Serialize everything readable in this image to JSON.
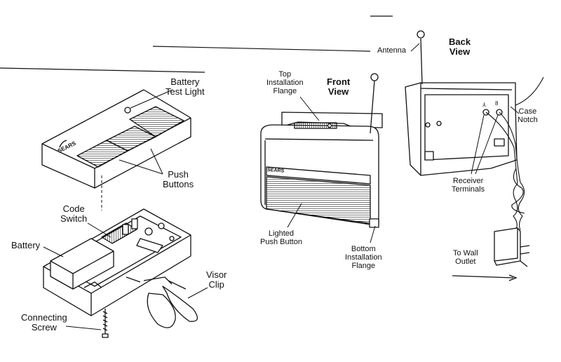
{
  "colors": {
    "ink": "#111111",
    "paper": "#ffffff",
    "hatch": "#222222"
  },
  "remote": {
    "battery_test_light": [
      "Battery",
      "Test Light"
    ],
    "push_buttons": [
      "Push",
      "Buttons"
    ],
    "code_switch": [
      "Code",
      "Switch"
    ],
    "battery": "Battery",
    "visor_clip": [
      "Visor",
      "Clip"
    ],
    "connecting_screw": [
      "Connecting",
      "Screw"
    ],
    "brand": "SEARS"
  },
  "receiver_front": {
    "title": [
      "Front",
      "View"
    ],
    "top_flange": [
      "Top",
      "Installation",
      "Flange"
    ],
    "lighted_push_button": [
      "Lighted",
      "Push Button"
    ],
    "bottom_flange": [
      "Bottom",
      "Installation",
      "Flange"
    ],
    "brand": "SEARS"
  },
  "receiver_back": {
    "title": [
      "Back",
      "View"
    ],
    "antenna": "Antenna",
    "case_notch": [
      "Case",
      "Notch"
    ],
    "receiver_terminals": [
      "Receiver",
      "Terminals"
    ],
    "to_wall_outlet": [
      "To Wall",
      "Outlet"
    ]
  }
}
